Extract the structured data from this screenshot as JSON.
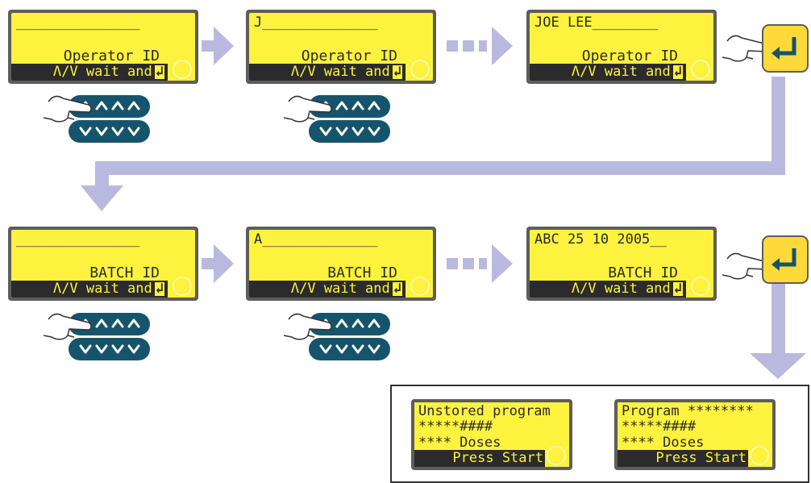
{
  "colors": {
    "lcd_face": "#fdf23e",
    "lcd_frame": "#5d5d5d",
    "arrow": "#b9b9df",
    "key_dark": "#16546c",
    "enter_key": "#fdda3a"
  },
  "icons": [
    "hand-pointer-icon",
    "up-arrow-keys-icon",
    "down-arrow-keys-icon",
    "enter-key-icon",
    "enter-symbol-icon",
    "flow-arrow-icon",
    "dotted-arrow-icon",
    "knob-ring-icon"
  ],
  "hint_text": "Λ/V wait and",
  "enter_glyph": "↲",
  "row1": {
    "label": "Operator ID",
    "screens": [
      {
        "entry": "_______________"
      },
      {
        "entry": "J______________"
      },
      {
        "entry": "JOE LEE________"
      }
    ]
  },
  "row2": {
    "label": "BATCH ID",
    "screens": [
      {
        "entry": "_______________"
      },
      {
        "entry": "A______________"
      },
      {
        "entry": "ABC 25 10 2005__"
      }
    ]
  },
  "results": [
    {
      "line1": "Unstored program",
      "line2": "*****####",
      "line3": "**** Doses",
      "button": "Press Start"
    },
    {
      "line1": "Program ********",
      "line2": "*****####",
      "line3": "**** Doses",
      "button": "Press Start"
    }
  ]
}
